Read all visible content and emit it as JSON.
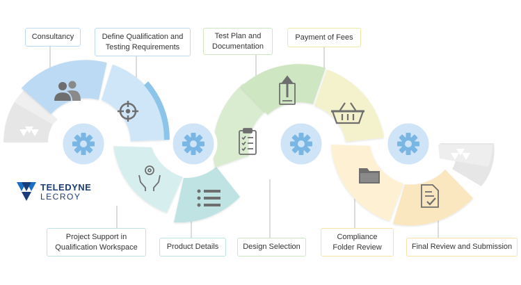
{
  "labels": {
    "consultancy": "Consultancy",
    "define": "Define Qualification and\nTesting Requirements",
    "test_plan": "Test Plan and\nDocumentation",
    "payment": "Payment of Fees",
    "project_support": "Project Support in\nQualification Workspace",
    "product_details": "Product Details",
    "design_selection": "Design Selection",
    "compliance": "Compliance\nFolder Review",
    "final_review": "Final Review and Submission"
  },
  "brand": {
    "line1": "TELEDYNE",
    "line2": "LECROY"
  },
  "colors": {
    "blue": "#bcdaf3",
    "blue_dark": "#8cc4ea",
    "teal": "#bfe3e3",
    "green": "#cfe6c3",
    "yellow": "#f2f0c2",
    "orange": "#fbe7bf",
    "gray": "#e6e6e6",
    "gear_circle": "#cfe4f7",
    "gear": "#7ab6e3",
    "icon": "#6e6e6e",
    "brand": "#1a3d7a"
  },
  "icons": [
    "people-icon",
    "target-icon",
    "hands-gear-icon",
    "list-icon",
    "clipboard-check-icon",
    "upload-document-icon",
    "basket-icon",
    "folder-icon",
    "document-check-icon",
    "gear-icon",
    "teledyne-logo-icon"
  ]
}
